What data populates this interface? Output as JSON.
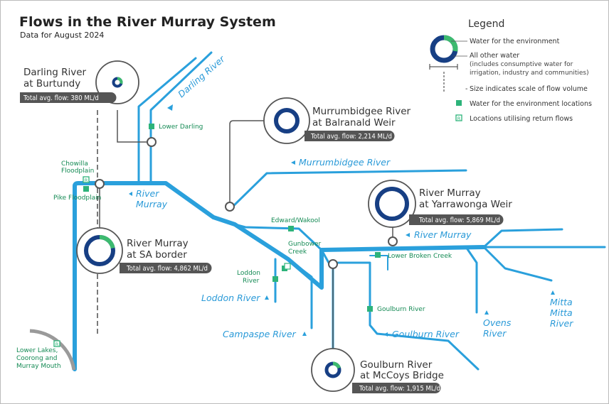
{
  "header": {
    "title": "Flows in the River Murray System",
    "subtitle": "Data for August 2024"
  },
  "colors": {
    "river": "#2aa0dc",
    "environment": "#3dba6f",
    "other_water": "#173f84",
    "location": "#2db37a",
    "text": "#333333",
    "flow_pill": "#555555"
  },
  "legend": {
    "title": "Legend",
    "environment": "Water for the environment",
    "other_water": "All other water",
    "other_water_note": [
      "(includes consumptive water for",
      "irrigation, industry and communities)"
    ],
    "size_note": "Size indicates scale of flow volume",
    "env_locations": "Water for the environment locations",
    "return_flows": "Locations utilising return flows",
    "icons": {
      "environment_location": "green-square-icon",
      "return_flow": "return-flow-r-icon"
    }
  },
  "sites": [
    {
      "id": "darling",
      "name": [
        "Darling River",
        "at Burtundy"
      ],
      "flow": "Total avg. flow: 380 ML/d",
      "environment_share": 0.3
    },
    {
      "id": "murrumbidgee",
      "name": [
        "Murrumbidgee River",
        "at Balranald Weir"
      ],
      "flow": "Total avg. flow: 2,214 ML/d",
      "environment_share": 0.0
    },
    {
      "id": "yarrawonga",
      "name": [
        "River Murray",
        "at Yarrawonga Weir"
      ],
      "flow": "Total avg. flow: 5,869 ML/d",
      "environment_share": 0.0
    },
    {
      "id": "sa_border",
      "name": [
        "River Murray",
        "at SA border"
      ],
      "flow": "Total avg. flow: 4,862 ML/d",
      "environment_share": 0.22
    },
    {
      "id": "mccoys",
      "name": [
        "Goulburn River",
        "at McCoys Bridge"
      ],
      "flow": "Total avg. flow: 1,915 ML/d",
      "environment_share": 0.2
    }
  ],
  "rivers": {
    "darling": "Darling River",
    "river_murray_west": [
      "River",
      "Murray"
    ],
    "murrumbidgee": "Murrumbidgee River",
    "river_murray_east": "River Murray",
    "loddon": "Loddon River",
    "campaspe": "Campaspe River",
    "goulburn": "Goulburn River",
    "ovens": [
      "Ovens",
      "River"
    ],
    "mitta": [
      "Mitta",
      "Mitta",
      "River"
    ]
  },
  "locations": {
    "lower_darling": "Lower Darling",
    "chowilla": [
      "Chowilla",
      "Floodplain"
    ],
    "pike": "Pike Floodplain",
    "edward_wakool": "Edward/Wakool",
    "gunbower": [
      "Gunbower",
      "Creek"
    ],
    "loddon": [
      "Loddon",
      "River"
    ],
    "lower_broken": "Lower Broken Creek",
    "goulburn": "Goulburn River",
    "lower_lakes": [
      "Lower Lakes,",
      "Coorong and",
      "Murray Mouth"
    ]
  }
}
